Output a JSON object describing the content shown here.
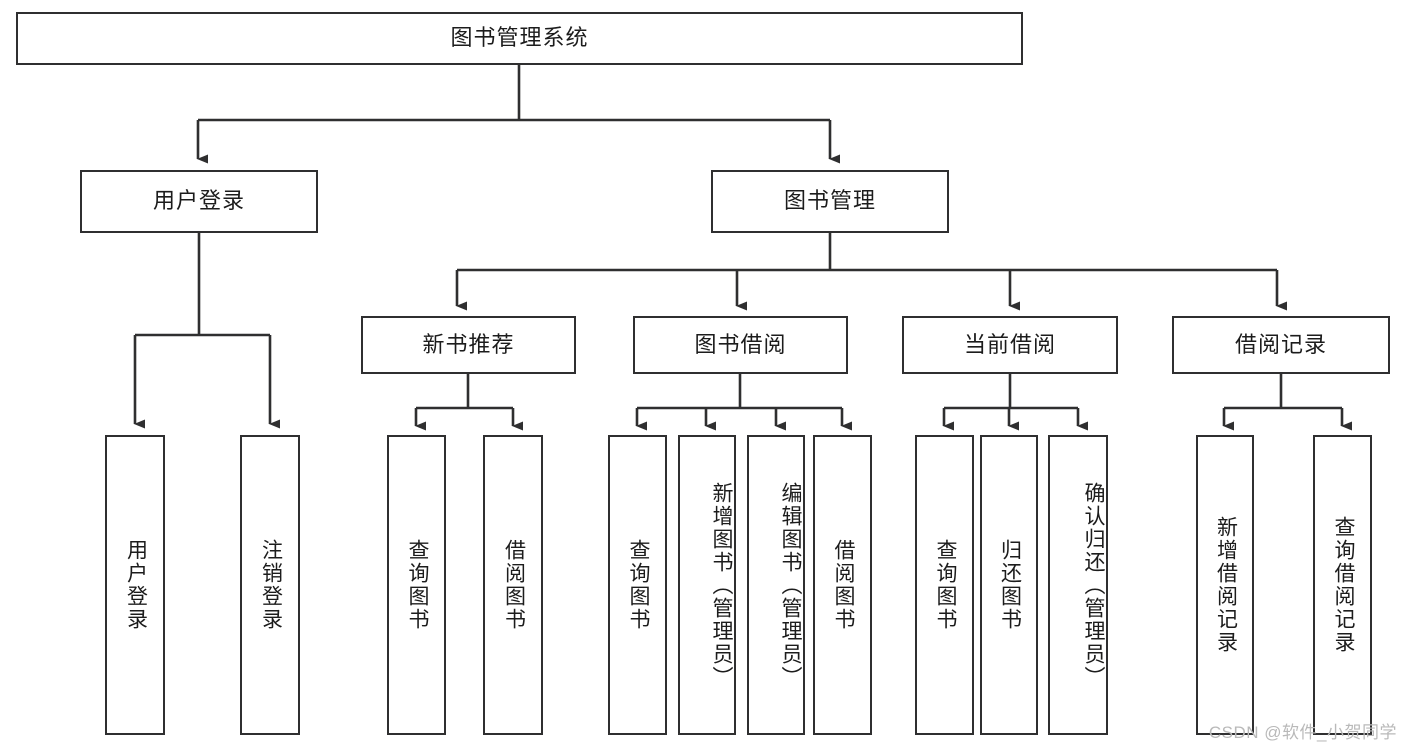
{
  "diagram": {
    "title": "图书管理系统",
    "watermark": "CSDN @软件_小贺同学",
    "colors": {
      "border": "#2f2f30",
      "fill": "#ffffff",
      "line": "#2f2f30",
      "text": "#1c1c1c",
      "watermark": "#b9b9b9"
    },
    "root": {
      "label": "图书管理系统"
    },
    "level1": [
      {
        "label": "用户登录"
      },
      {
        "label": "图书管理"
      }
    ],
    "level2": [
      {
        "label": "新书推荐"
      },
      {
        "label": "图书借阅"
      },
      {
        "label": "当前借阅"
      },
      {
        "label": "借阅记录"
      }
    ],
    "leaves": {
      "user_login": [
        {
          "label": "用户登录"
        },
        {
          "label": "注销登录"
        }
      ],
      "new_book_recommend": [
        {
          "label": "查询图书"
        },
        {
          "label": "借阅图书"
        }
      ],
      "book_borrow": [
        {
          "label": "查询图书"
        },
        {
          "label": "新增图书（管理员）"
        },
        {
          "label": "编辑图书（管理员）"
        },
        {
          "label": "借阅图书"
        }
      ],
      "current_borrow": [
        {
          "label": "查询图书"
        },
        {
          "label": "归还图书"
        },
        {
          "label": "确认归还（管理员）"
        }
      ],
      "borrow_record": [
        {
          "label": "新增借阅记录"
        },
        {
          "label": "查询借阅记录"
        }
      ]
    }
  }
}
